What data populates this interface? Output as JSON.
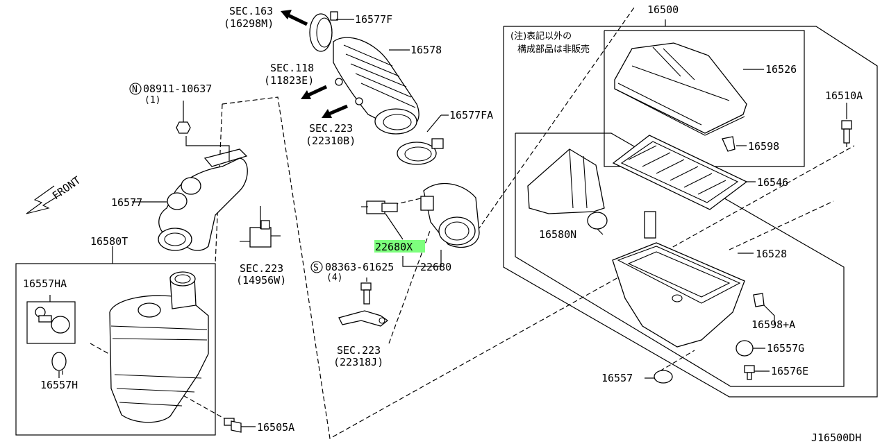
{
  "labels": {
    "sec163": "SEC.163",
    "sec163_ref": "(16298M)",
    "p16577F": "16577F",
    "p16578": "16578",
    "sec118": "SEC.118",
    "sec118_ref": "(11823E)",
    "sec223a": "SEC.223",
    "sec223a_ref": "(22310B)",
    "p16577FA": "16577FA",
    "p16500": "16500",
    "note_line1": "(注)表記以外の",
    "note_line2": "構成部品は非販売",
    "p16526": "16526",
    "p16510A": "16510A",
    "p16598": "16598",
    "p16546": "16546",
    "bolt_n_code": "08911-10637",
    "bolt_n_qty": "(1)",
    "bolt_n_mark": "N",
    "front": "FRONT",
    "p16577": "16577",
    "p16580T": "16580T",
    "sec223b": "SEC.223",
    "sec223b_ref": "(14956W)",
    "p22680X": "22680X",
    "p22680": "22680",
    "p16580N": "16580N",
    "p16528": "16528",
    "screw_s_code": "08363-61625",
    "screw_s_qty": "(4)",
    "screw_s_mark": "S",
    "p16557HA": "16557HA",
    "p16557H": "16557H",
    "sec223c": "SEC.223",
    "sec223c_ref": "(22318J)",
    "p16598A": "16598+A",
    "p16557G": "16557G",
    "p16557": "16557",
    "p16576E": "16576E",
    "p16505A": "16505A",
    "diagram_id": "J16500DH"
  },
  "colors": {
    "highlight": "#7dff7d",
    "ink": "#000000"
  }
}
